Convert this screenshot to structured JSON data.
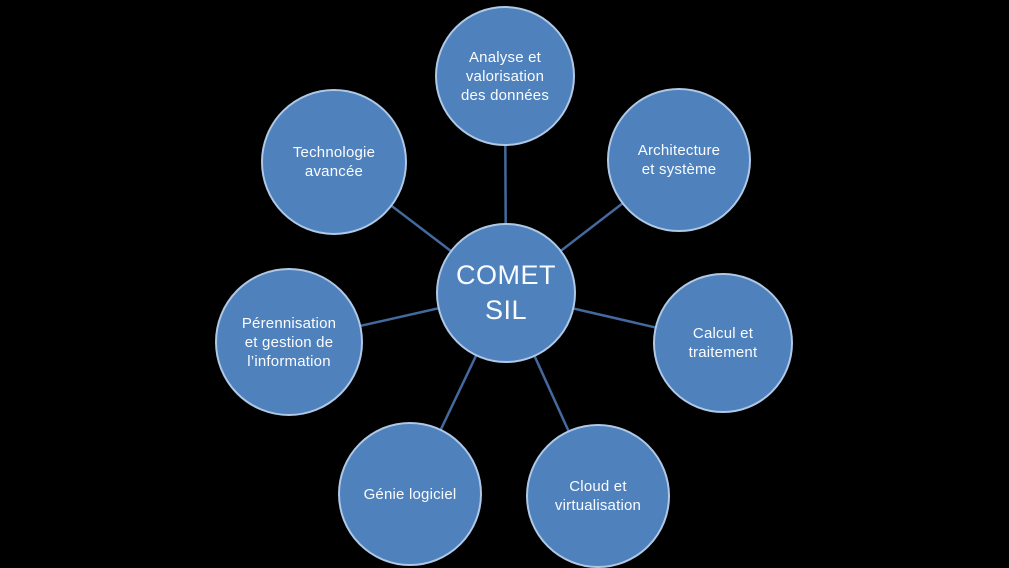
{
  "diagram": {
    "type": "radial",
    "center": {
      "label": "COMET\nSIL"
    },
    "nodes": [
      {
        "id": "analyse",
        "label": "Analyse et\nvalorisation\ndes données"
      },
      {
        "id": "architecture",
        "label": "Architecture\net système"
      },
      {
        "id": "calcul",
        "label": "Calcul et\ntraitement"
      },
      {
        "id": "cloud",
        "label": "Cloud et\nvirtualisation"
      },
      {
        "id": "genie",
        "label": "Génie logiciel"
      },
      {
        "id": "perennisation",
        "label": "Pérennisation\net gestion de\nl’information"
      },
      {
        "id": "technologie",
        "label": "Technologie\navancée"
      }
    ],
    "colors": {
      "background": "#000000",
      "circle_fill": "#4F81BD",
      "circle_border": "#AEC8E5",
      "connector": "#44699E",
      "text": "#FAFCFF"
    }
  }
}
